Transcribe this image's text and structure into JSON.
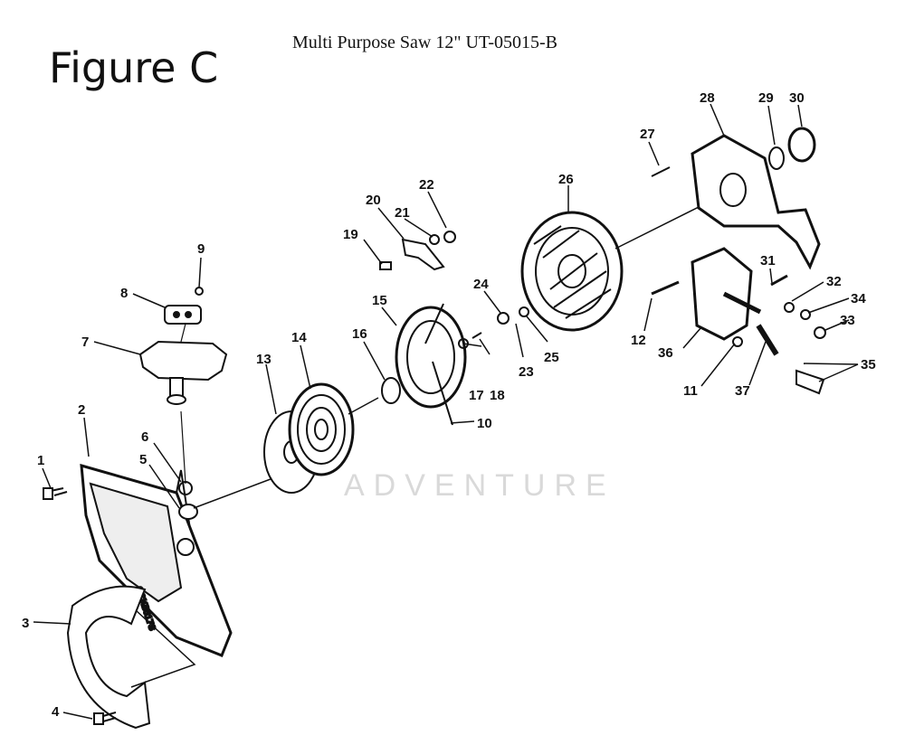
{
  "header": {
    "figure_label": "Figure C",
    "product_title": "Multi Purpose Saw 12\" UT-05015-B"
  },
  "watermark": "ADVENTURE",
  "callouts": [
    "1",
    "2",
    "3",
    "4",
    "5",
    "6",
    "7",
    "8",
    "9",
    "10",
    "11",
    "12",
    "13",
    "14",
    "15",
    "16",
    "17",
    "18",
    "19",
    "20",
    "21",
    "22",
    "23",
    "24",
    "25",
    "26",
    "27",
    "28",
    "29",
    "30",
    "31",
    "32",
    "33",
    "34",
    "35",
    "36",
    "37"
  ],
  "colors": {
    "ink": "#111111",
    "paper": "#ffffff",
    "watermark": "#d9d9d9"
  }
}
